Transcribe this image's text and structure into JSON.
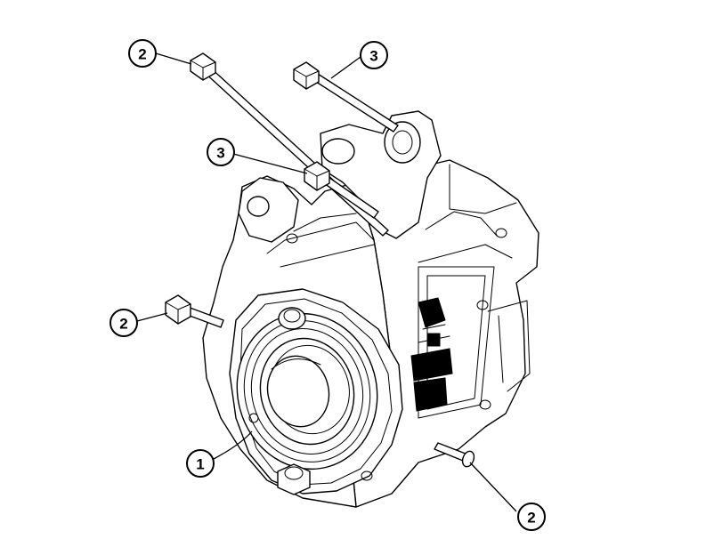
{
  "callouts": [
    {
      "label": "2"
    },
    {
      "label": "3"
    },
    {
      "label": "3"
    },
    {
      "label": "2"
    },
    {
      "label": "1"
    },
    {
      "label": "2"
    }
  ]
}
